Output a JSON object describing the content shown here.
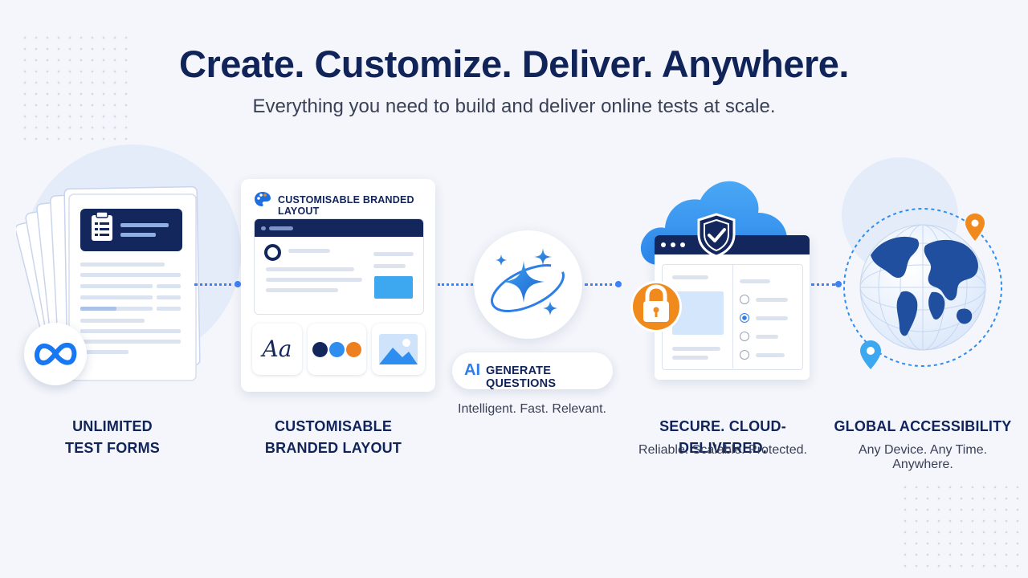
{
  "header": {
    "title": "Create. Customize. Deliver. Anywhere.",
    "subtitle": "Everything you need to build and deliver online tests at scale."
  },
  "features": [
    {
      "title_line1": "UNLIMITED",
      "title_line2": "TEST FORMS",
      "icon": "stacked-documents-icon"
    },
    {
      "title_line1": "CUSTOMISABLE",
      "title_line2": "BRANDED LAYOUT",
      "card_label": "CUSTOMISABLE BRANDED LAYOUT",
      "font_sample": "Aa"
    },
    {
      "pill_prefix": "AI",
      "pill_label": "GENERATE QUESTIONS",
      "subtitle": "Intelligent. Fast. Relevant."
    },
    {
      "title": "SECURE. CLOUD-DELIVERED.",
      "subtitle": "Reliable. Scalable. Protected."
    },
    {
      "title": "GLOBAL ACCESSIBILITY",
      "subtitle": "Any Device. Any Time. Anywhere."
    }
  ],
  "colors": {
    "navy": "#11245a",
    "blue": "#3b82f6",
    "sky": "#3da7f0",
    "orange": "#f08a1c",
    "dark_swatch": "#13275c",
    "mid_swatch": "#2e8ef0",
    "orange_swatch": "#ee7f1f"
  }
}
